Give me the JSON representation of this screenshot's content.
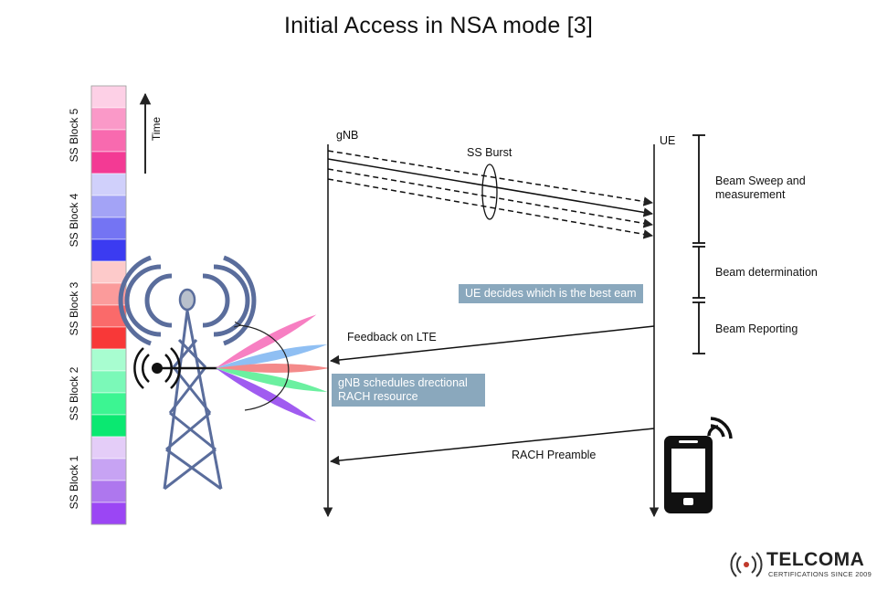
{
  "title": "Initial Access in NSA mode [3]",
  "time_label": "Time",
  "ss_blocks": [
    {
      "label": "SS Block 5",
      "colors": [
        "#fdd0e6",
        "#fa99c8",
        "#f86aaf",
        "#f33a94"
      ]
    },
    {
      "label": "SS Block 4",
      "colors": [
        "#d0d0fb",
        "#a3a3f6",
        "#7474f3",
        "#3b3bf1"
      ]
    },
    {
      "label": "SS Block 3",
      "colors": [
        "#fdcaca",
        "#fb9b9b",
        "#fa6a6a",
        "#f83838"
      ]
    },
    {
      "label": "SS Block 2",
      "colors": [
        "#a8fdd0",
        "#7bf9b8",
        "#3cf592",
        "#0ae871"
      ]
    },
    {
      "label": "SS Block 1",
      "colors": [
        "#e4cdf8",
        "#c7a3f3",
        "#ae77ee",
        "#9b46f4"
      ]
    }
  ],
  "lifelines": {
    "gnb": "gNB",
    "ue": "UE"
  },
  "ss_burst": "SS Burst",
  "phases": [
    "Beam Sweep and measurement",
    "Beam determination",
    "Beam Reporting"
  ],
  "callouts": {
    "ue_decides": "UE decides which is the best eam",
    "gnb_schedules_line1": "gNB schedules drectional",
    "gnb_schedules_line2": "RACH resource"
  },
  "messages": {
    "feedback": "Feedback on LTE",
    "rach": "RACH Preamble"
  },
  "beam_colors": [
    "#f77fc2",
    "#8fbff3",
    "#f48a8a",
    "#6bf0a0",
    "#a05cf0"
  ],
  "tower_color": "#5a6d9c",
  "callout_color": "#8aa8bd",
  "logo": {
    "name": "TELCOMA",
    "tagline": "CERTIFICATIONS SINCE 2009"
  }
}
